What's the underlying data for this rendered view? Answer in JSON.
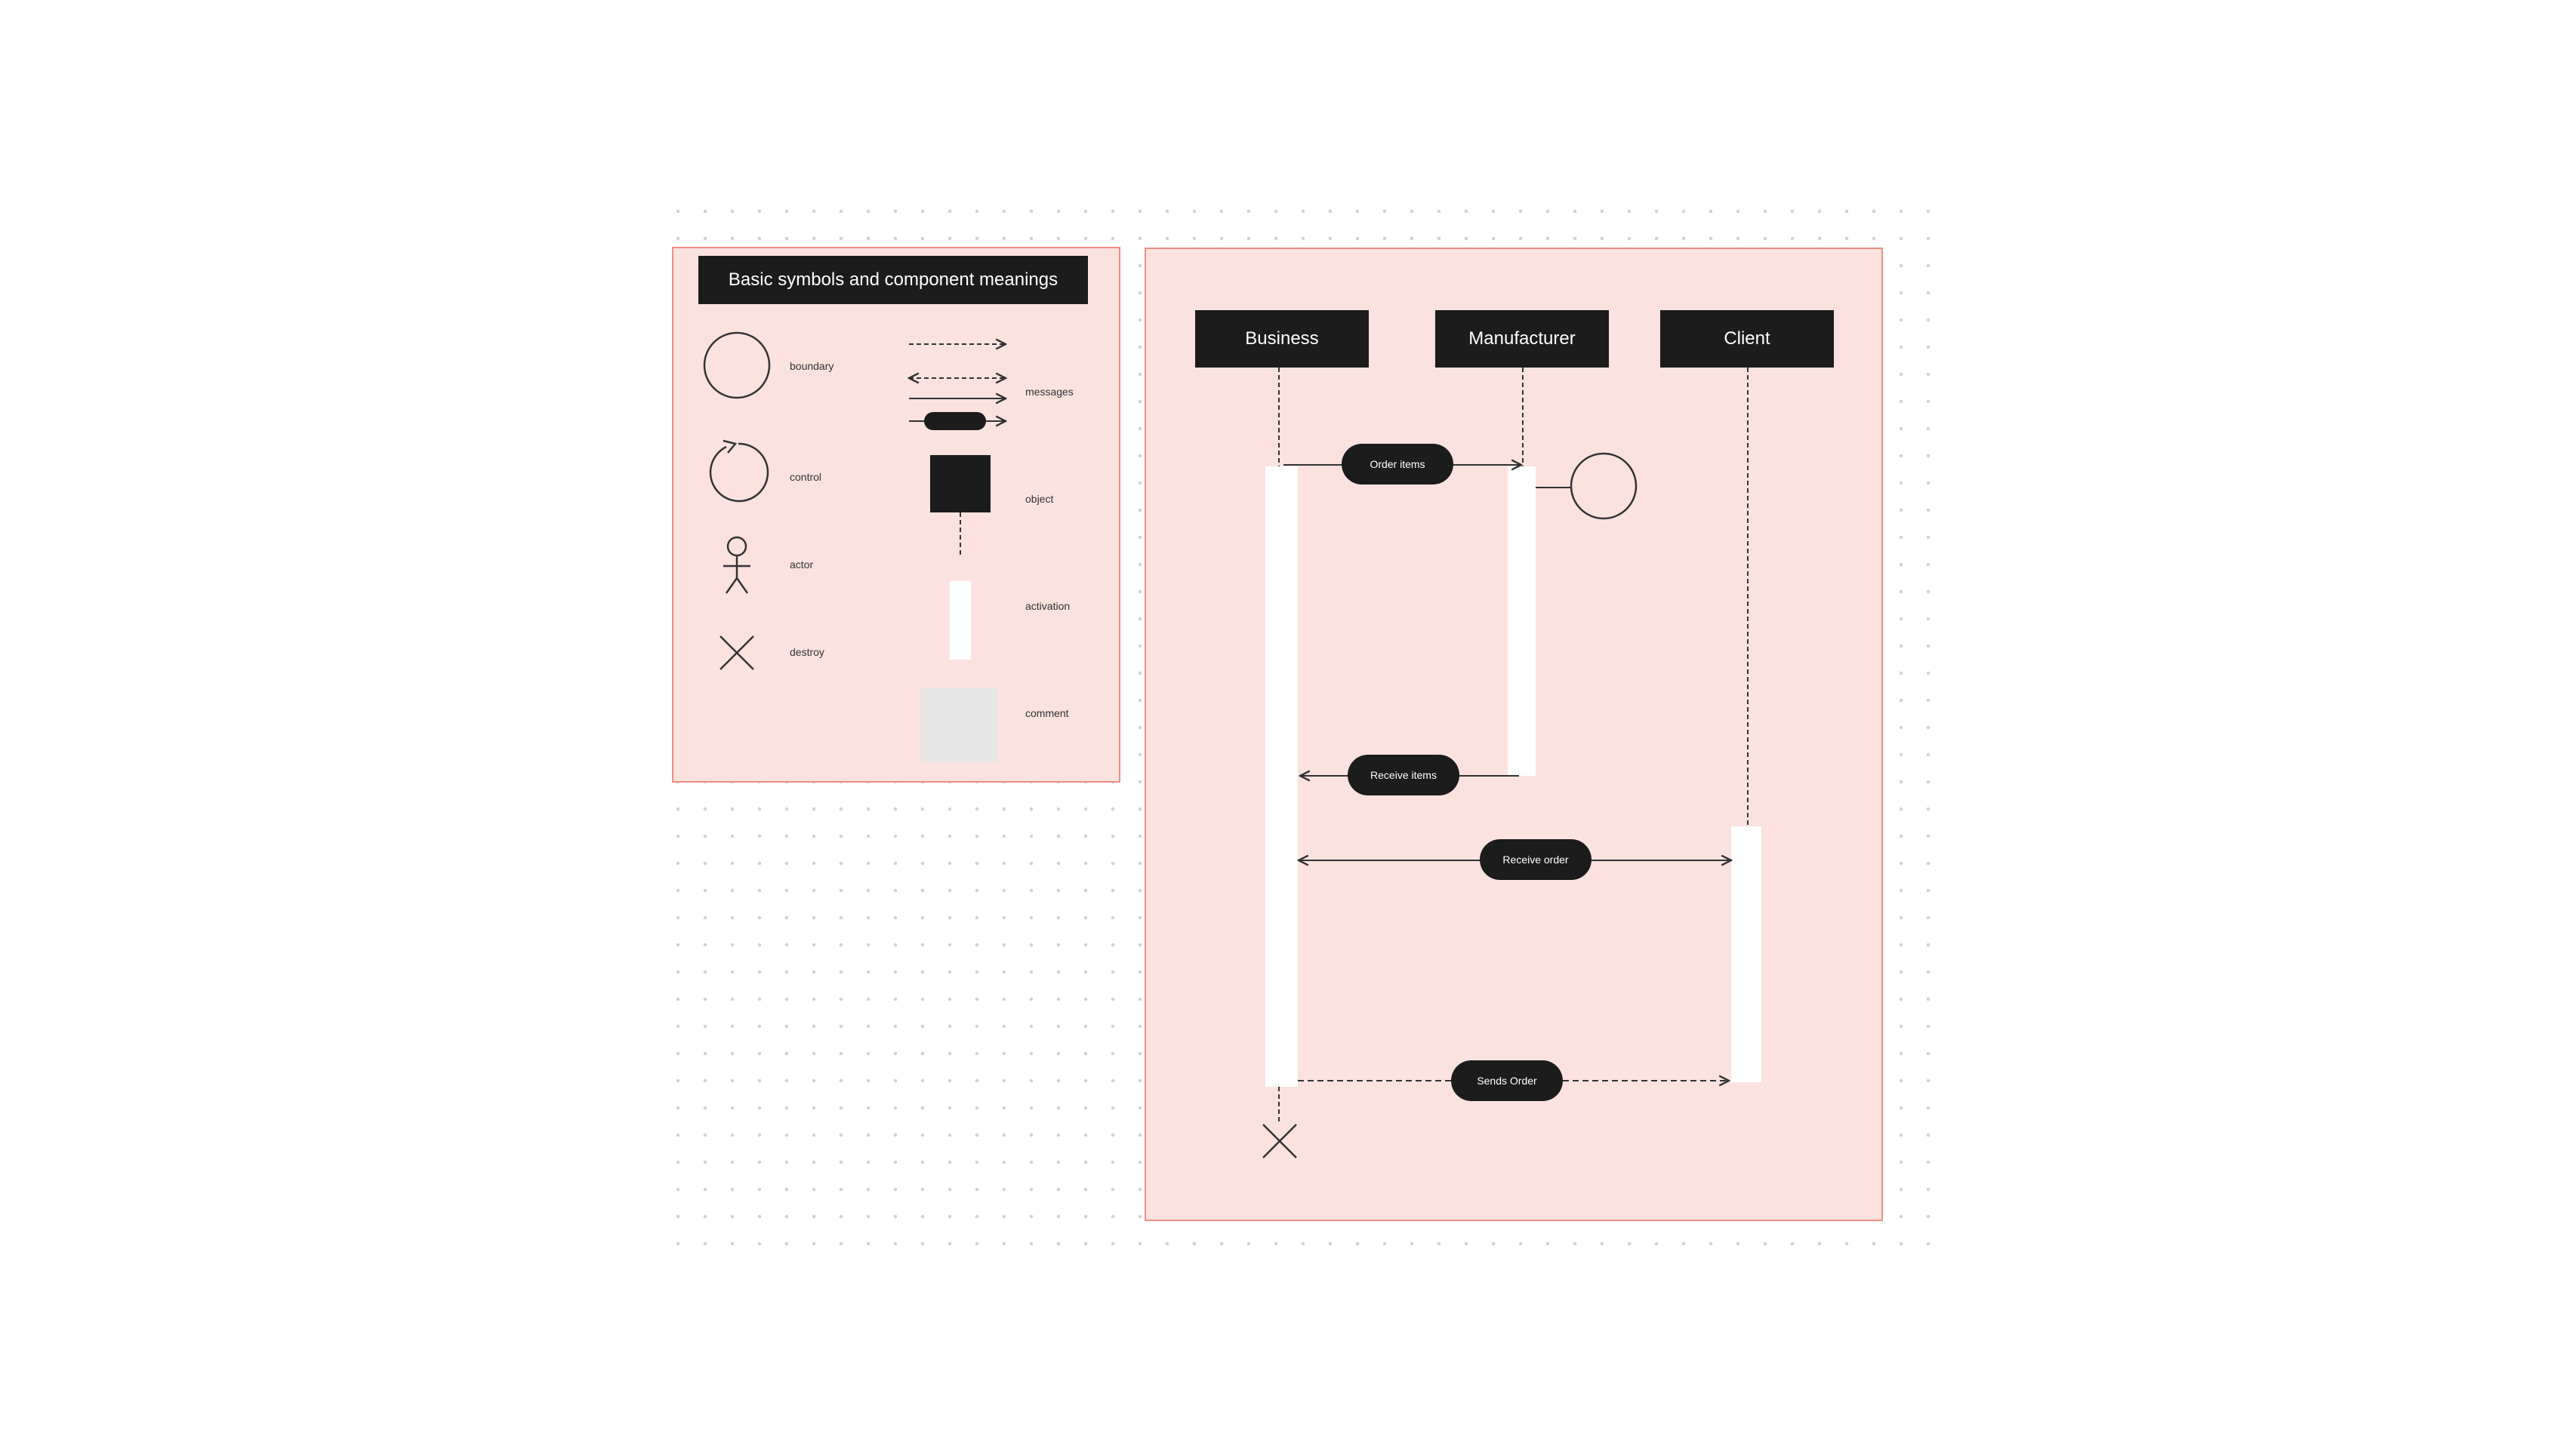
{
  "legend": {
    "title": "Basic symbols and component meanings",
    "items": {
      "boundary": "boundary",
      "control": "control",
      "actor": "actor",
      "destroy": "destroy",
      "messages": "messages",
      "object": "object",
      "activation": "activation",
      "comment": "comment"
    }
  },
  "diagram": {
    "lifelines": [
      "Business",
      "Manufacturer",
      "Client"
    ],
    "messages": [
      {
        "label": "Order items",
        "from": "Business",
        "to": "Manufacturer"
      },
      {
        "label": "Receive items",
        "from": "Manufacturer",
        "to": "Business"
      },
      {
        "label": "Receive order",
        "from": "Client",
        "to": "Business"
      },
      {
        "label": "Sends Order",
        "from": "Business",
        "to": "Client"
      }
    ]
  },
  "colors": {
    "panel_fill": "#fbe2df",
    "panel_border": "#ef8d86",
    "label_fill": "#1c1c1c",
    "activation_fill": "#ffffff",
    "comment_fill": "#e6e6e6"
  }
}
